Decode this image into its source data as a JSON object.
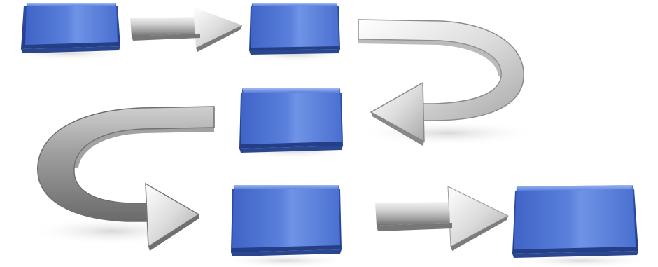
{
  "colors": {
    "background": "#ffffff",
    "block_face_light": "#6f93e6",
    "block_face_mid": "#4d74d4",
    "block_face_dark": "#3a5fbf",
    "block_edge": "#2d4a9c",
    "arrow_light": "#f4f4f4",
    "arrow_mid": "#c6c6c6",
    "arrow_dark": "#8c8c8c",
    "shadow": "#d8d8d8"
  },
  "diagram": {
    "blocks": [
      {
        "name": "process-block-1",
        "row": 1,
        "order": 1
      },
      {
        "name": "process-block-2",
        "row": 1,
        "order": 2
      },
      {
        "name": "process-block-3",
        "row": 2,
        "order": 3
      },
      {
        "name": "process-block-4",
        "row": 3,
        "order": 4
      },
      {
        "name": "process-block-5",
        "row": 3,
        "order": 5
      }
    ],
    "arrows": [
      {
        "name": "straight-arrow-1",
        "shape": "straight",
        "direction": "right",
        "from": "process-block-1",
        "to": "process-block-2"
      },
      {
        "name": "u-turn-arrow-right",
        "shape": "u-turn",
        "direction": "left",
        "from": "process-block-2",
        "to": "process-block-3"
      },
      {
        "name": "u-turn-arrow-left",
        "shape": "u-turn",
        "direction": "right",
        "from": "process-block-3",
        "to": "process-block-4"
      },
      {
        "name": "straight-arrow-2",
        "shape": "straight",
        "direction": "right",
        "from": "process-block-4",
        "to": "process-block-5"
      }
    ]
  }
}
